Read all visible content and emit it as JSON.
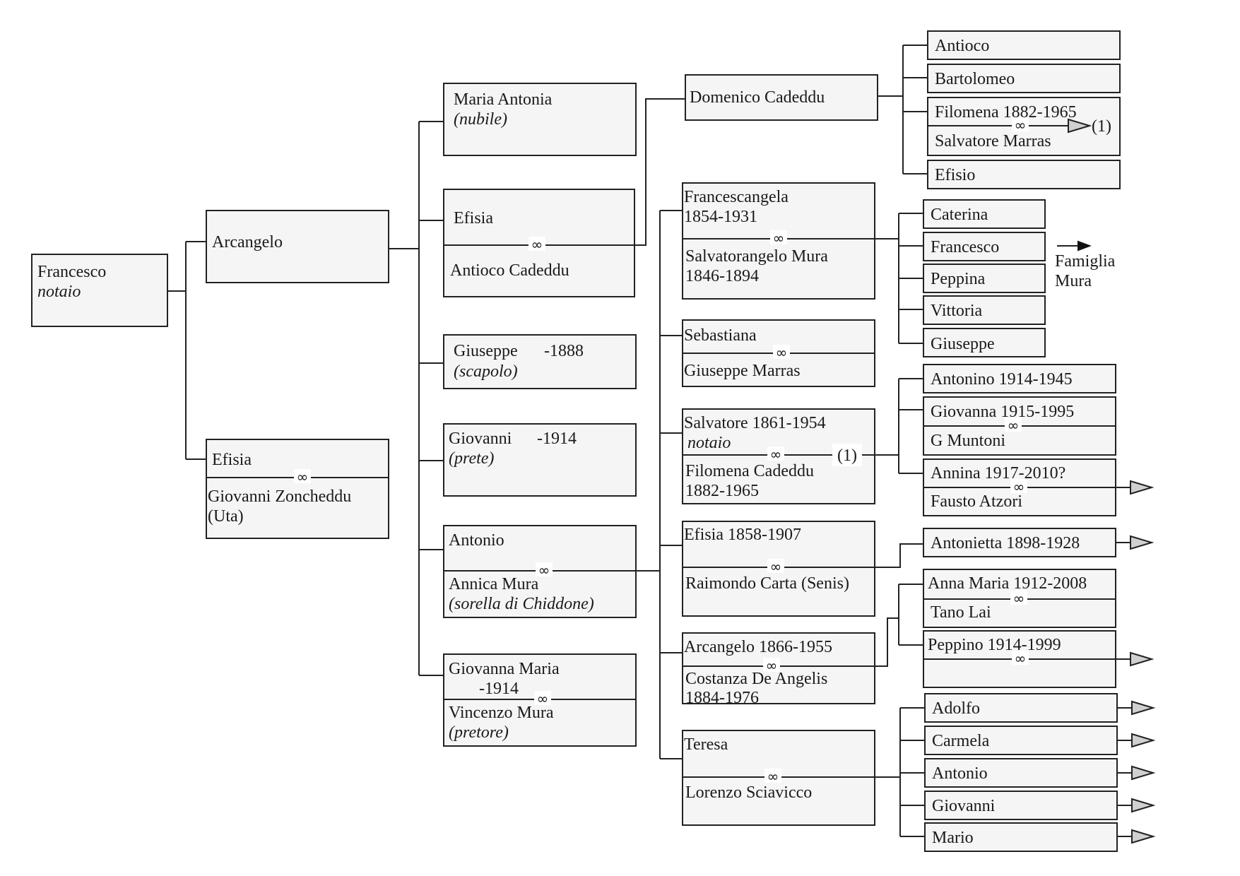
{
  "tree": {
    "root": {
      "name": "Francesco",
      "role": "notaio"
    },
    "arcangelo": {
      "name": "Arcangelo"
    },
    "efisia_zoncheddu": {
      "name": "Efisia",
      "spouse": "Giovanni Zoncheddu",
      "spouse_note": "(Uta)"
    },
    "maria_antonia": {
      "name": "Maria Antonia",
      "note": "(nubile)"
    },
    "efisia_cadeddu": {
      "name": "Efisia",
      "spouse": "Antioco Cadeddu"
    },
    "giuseppe": {
      "name": "Giuseppe",
      "dates": "-1888",
      "note": "(scapolo)"
    },
    "giovanni": {
      "name": "Giovanni",
      "dates": "-1914",
      "note": "(prete)"
    },
    "antonio": {
      "name": "Antonio",
      "spouse": "Annica Mura",
      "spouse_note": "(sorella di Chiddone)"
    },
    "giovanna_maria": {
      "name": "Giovanna Maria",
      "dates": "-1914",
      "spouse": "Vincenzo Mura",
      "spouse_note": "(pretore)"
    },
    "domenico": {
      "name": "Domenico Cadeddu"
    },
    "domenico_children": {
      "antioco": "Antioco",
      "bartolomeo": "Bartolomeo",
      "filomena": "Filomena  1882-1965",
      "filomena_spouse": "Salvatore Marras",
      "filomena_ref": "(1)",
      "efisio": "Efisio"
    },
    "francescangela": {
      "name": "Francescangela",
      "dates": "1854-1931",
      "spouse": "Salvatorangelo Mura",
      "spouse_dates": "1846-1894"
    },
    "mura_children": [
      "Caterina",
      "Francesco",
      "Peppina",
      "Vittoria",
      "Giuseppe"
    ],
    "mura_family": {
      "line1": "Famiglia",
      "line2": "Mura"
    },
    "sebastiana": {
      "name": "Sebastiana",
      "spouse": "Giuseppe Marras"
    },
    "salvatore": {
      "name": "Salvatore 1861-1954",
      "role": "notaio",
      "ref": "(1)",
      "spouse": "Filomena Cadeddu",
      "spouse_dates": "1882-1965"
    },
    "salvatore_children": {
      "antonino": "Antonino 1914-1945",
      "giovanna": "Giovanna 1915-1995",
      "giovanna_spouse": "G Muntoni",
      "annina": "Annina 1917-2010?",
      "annina_spouse": "Fausto Atzori"
    },
    "efisia_carta": {
      "name": "Efisia 1858-1907",
      "spouse": "Raimondo Carta (Senis)"
    },
    "antonietta": "Antonietta 1898-1928",
    "arcangelo2": {
      "name": "Arcangelo 1866-1955",
      "spouse": "Costanza De Angelis",
      "spouse_dates": "1884-1976"
    },
    "arcangelo2_children": {
      "anna_maria": "Anna Maria 1912-2008",
      "anna_maria_spouse": "Tano Lai",
      "peppino": "Peppino 1914-1999"
    },
    "teresa": {
      "name": "Teresa",
      "spouse": "Lorenzo Sciavicco"
    },
    "teresa_children": [
      "Adolfo",
      "Carmela",
      "Antonio",
      "Giovanni",
      "Mario"
    ],
    "marriage_symbol": "∞"
  }
}
